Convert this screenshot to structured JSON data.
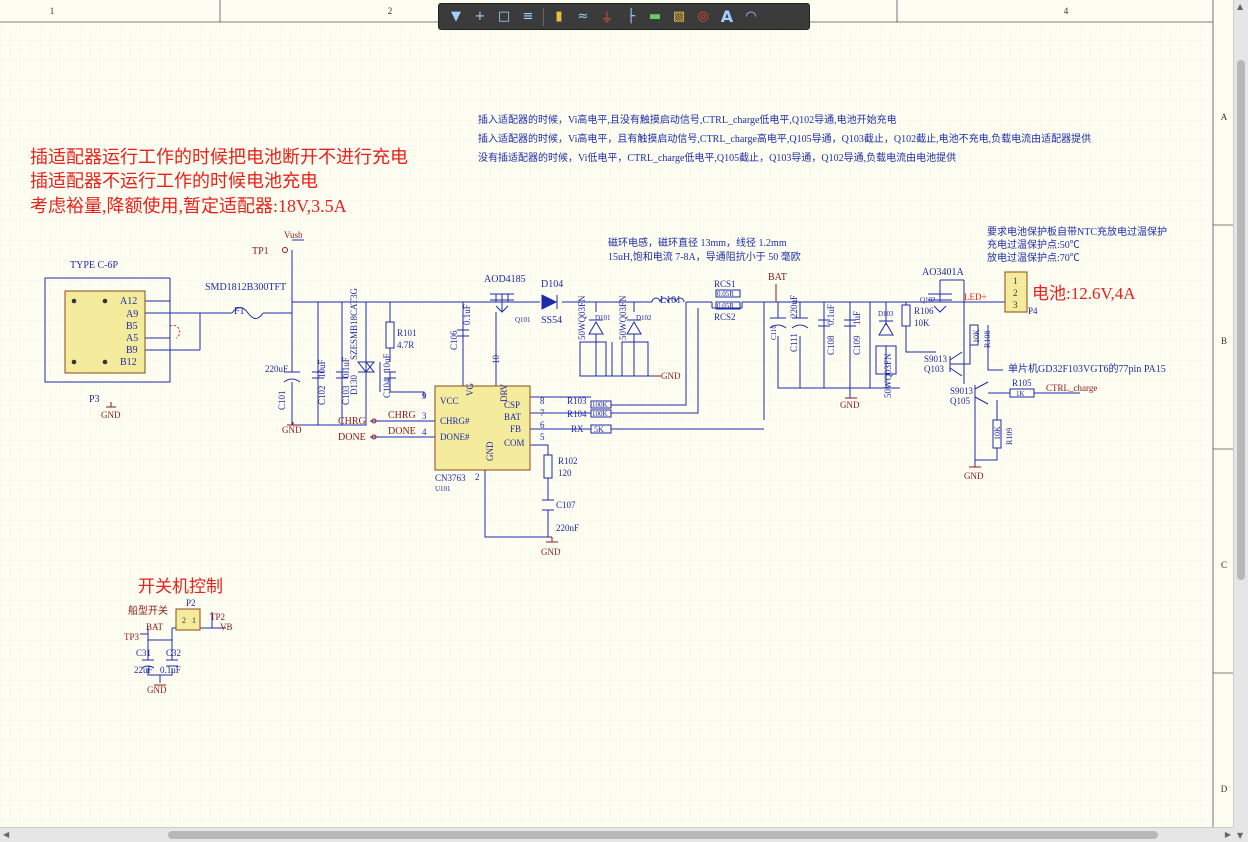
{
  "frame": {
    "columns": [
      "1",
      "2",
      "3",
      "4"
    ],
    "rows": [
      "A",
      "B",
      "C",
      "D"
    ]
  },
  "toolbar": {
    "tools": [
      "filter-icon",
      "crosshair-icon",
      "select-rect-icon",
      "align-icon",
      "component-icon",
      "bus-icon",
      "ground-icon",
      "port-icon",
      "net-label-icon",
      "part-icon",
      "power-port-icon",
      "text-icon",
      "arc-icon"
    ]
  },
  "notes": {
    "cn_red": [
      "插适配器运行工作的时候把电池断开不进行充电",
      "插适配器不运行工作的时候电池充电",
      "考虑裕量,降额使用,暂定适配器:18V,3.5A"
    ],
    "cn_blue": [
      "插入适配器的时候，Vi高电平,且没有触摸启动信号,CTRL_charge低电平,Q102导通,电池开始充电",
      "插入适配器的时候，Vi高电平，且有触摸启动信号,CTRL_charge高电平,Q105导通，Q103截止，Q102截止,电池不充电,负载电流由适配器提供",
      "没有插适配器的时候，Vi低电平，CTRL_charge低电平,Q105截止，Q103导通，Q102导通,负载电流由电池提供"
    ],
    "inductor": [
      "磁环电感，磁环直径 13mm，线径 1.2mm",
      "15uH,饱和电流 7-8A，导通阻抗小于 50 毫欧"
    ],
    "battery_req": [
      "要求电池保护板自带NTC充放电过温保护",
      "充电过温保护点:50℃",
      "放电过温保护点:70℃"
    ],
    "battery": "电池:12.6V,4A",
    "mcu": "单片机GD32F103VGT6的77pin PA15",
    "power_switch_title": "开关机控制",
    "boat_switch": "船型开关"
  },
  "labels": {
    "typec": "TYPE C-6P",
    "p3": "P3",
    "pins_left": [
      "A12",
      "A9",
      "B5",
      "A5",
      "B9",
      "B12"
    ],
    "gnd": "GND",
    "tp1": "TP1",
    "vusb": "Vusb",
    "fuse": "SMD1812B300TFT",
    "f1": "F1",
    "c101": "C101",
    "c101v": "220uF",
    "c102v": "10uF",
    "c102": "C102",
    "c103v": "0.1uF",
    "c103": "C103",
    "tvs": "SZESMB18CAT3G",
    "d130": "D130",
    "c104v": "10uF",
    "c104": "C104",
    "r101": "R101",
    "r101v": "4.7R",
    "c106": "C106",
    "c106v": "0.1uF",
    "q101_part": "AOD4185",
    "q101": "Q101",
    "d104": "D104",
    "d104v": "SS54",
    "d101v": "50WQ03FN",
    "d101": "D101",
    "d102v": "50WQ03FN",
    "d102": "D102",
    "l101": "L101",
    "rcs1": "RCS1",
    "rcs2": "RCS2",
    "rcs_val": "0.05R",
    "bat": "BAT",
    "c110": "C110",
    "c111": "C111",
    "c111v": "220uF",
    "c108": "C108",
    "c108v": "0.1uF",
    "c109": "C109",
    "c109v": "1uF",
    "d103": "D103",
    "d103v": "50WQ03FN",
    "q102_part": "AO3401A",
    "q102": "Q102",
    "led": "LED+",
    "r106": "R106",
    "r106v": "10K",
    "r108": "R108",
    "r108v": "10K",
    "s9013a": "S9013",
    "q103": "Q103",
    "s9013b": "S9013",
    "q105": "Q105",
    "r105": "R105",
    "r105v": "1K",
    "ctrl": "CTRL_charge",
    "r109": "R109",
    "r109v": "10K",
    "p4": "P4",
    "p4pins": [
      "1",
      "2",
      "3"
    ],
    "ic": "CN3763",
    "ic_ref": "U101",
    "ic_pins_l": [
      "VCC",
      "CHRG#",
      "DONE#"
    ],
    "ic_pins_r": [
      "DRV",
      "CSP",
      "BAT",
      "FB",
      "COM"
    ],
    "ic_vg": "VG",
    "ic_gnd": "GND",
    "ic_pnums": [
      "9",
      "3",
      "4",
      "10",
      "8",
      "7",
      "6",
      "5",
      "2"
    ],
    "chrg": "CHRG",
    "done": "DONE",
    "r103": "R103",
    "r104": "R104",
    "rx": "RX",
    "r100k": "100K",
    "r5k": "5K",
    "r102": "R102",
    "r102v": "120",
    "c107": "C107",
    "c107v": "220nF",
    "p2": "P2",
    "tp2": "TP2",
    "tp3": "TP3",
    "vb": "VB",
    "c31": "C31",
    "c32": "C32",
    "c31v": "22uF",
    "c32v": "0.1uF",
    "sw_pins": [
      "2",
      "1"
    ]
  }
}
